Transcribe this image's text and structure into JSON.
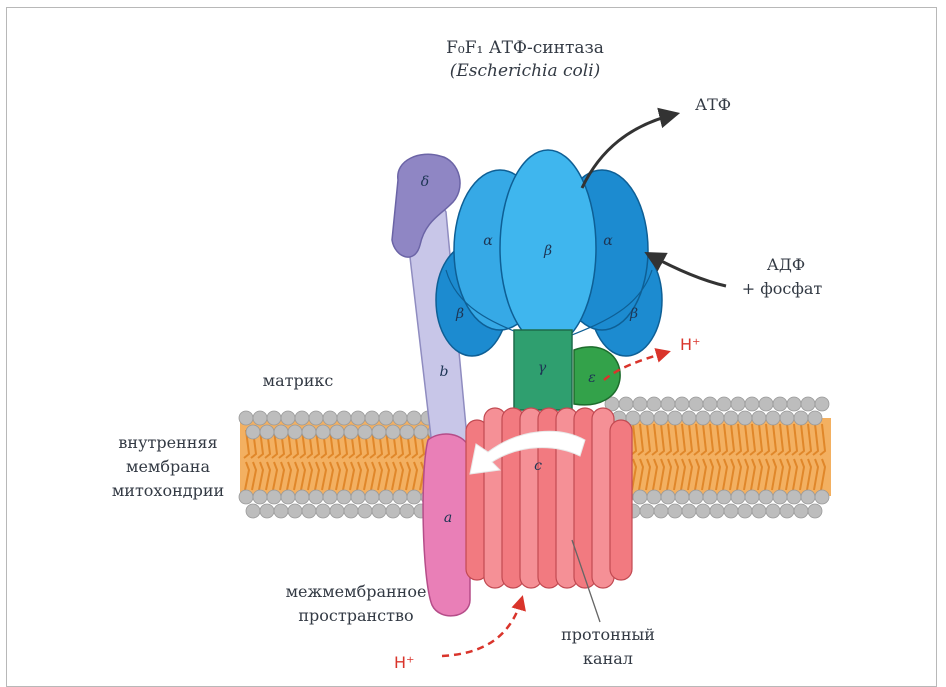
{
  "title": "F₀F₁ АТФ-синтаза",
  "subtitle": "(Escherichia coli)",
  "labels": {
    "atp": "АТФ",
    "adp_line1": "АДФ",
    "adp_line2": "+ фосфат",
    "matrix": "матрикс",
    "membrane_line1": "внутренняя",
    "membrane_line2": "мембрана",
    "membrane_line3": "митохондрии",
    "intermembrane_line1": "межмембранное",
    "intermembrane_line2": "пространство",
    "proton_channel_line1": "протонный",
    "proton_channel_line2": "канал",
    "h_plus_top": "H⁺",
    "h_plus_bottom": "H⁺"
  },
  "subunits": {
    "delta": "δ",
    "alpha_left": "α",
    "beta_center": "β",
    "alpha_right": "α",
    "beta_left": "β",
    "beta_right": "β",
    "gamma": "γ",
    "epsilon": "ε",
    "b": "b",
    "c": "c",
    "a": "a"
  },
  "colors": {
    "membrane_head": "#bdbdbd",
    "membrane_tail": "#f0a54a",
    "delta": "#8f86c4",
    "b_stalk": "#c4c3e6",
    "alpha_beta_dark": "#1c8bd0",
    "alpha_beta_light": "#3fb6ee",
    "gamma": "#2f9f6f",
    "epsilon": "#33a24a",
    "c_ring": "#f27a80",
    "a_subunit": "#e97fb7",
    "proton_arrow": "#d9342b",
    "reaction_arrow": "#333333"
  }
}
